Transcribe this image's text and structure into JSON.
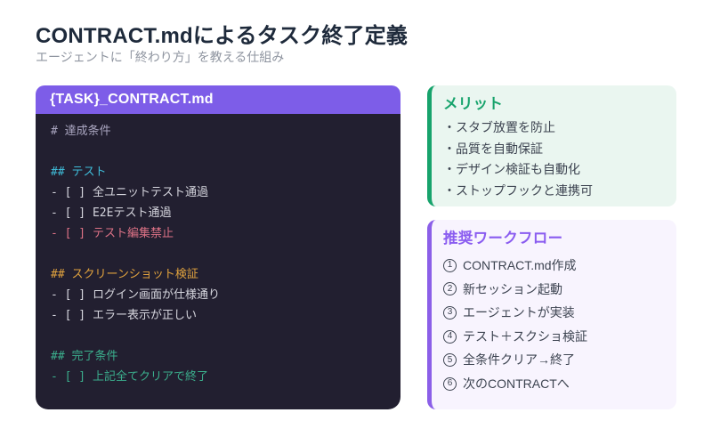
{
  "page": {
    "title": "CONTRACT.mdによるタスク終了定義",
    "subtitle": "エージェントに「終わり方」を教える仕組み"
  },
  "editor": {
    "filename": "{TASK}_CONTRACT.md",
    "lines": [
      {
        "text": "# 達成条件",
        "type": "h1"
      },
      {
        "text": "",
        "type": "blank"
      },
      {
        "text": "## テスト",
        "type": "h2-tests"
      },
      {
        "text": "- [ ] 全ユニットテスト通過",
        "type": "check"
      },
      {
        "text": "- [ ] E2Eテスト通過",
        "type": "check"
      },
      {
        "text": "- [ ] テスト編集禁止",
        "type": "check-forbidden"
      },
      {
        "text": "",
        "type": "blank"
      },
      {
        "text": "## スクリーンショット検証",
        "type": "h2-screenshot"
      },
      {
        "text": "- [ ] ログイン画面が仕様通り",
        "type": "check"
      },
      {
        "text": "- [ ] エラー表示が正しい",
        "type": "check"
      },
      {
        "text": "",
        "type": "blank"
      },
      {
        "text": "## 完了条件",
        "type": "h2-done"
      },
      {
        "text": "- [ ] 上記全てクリアで終了",
        "type": "check-done"
      }
    ]
  },
  "merits": {
    "title": "メリット",
    "items": [
      "・スタブ放置を防止",
      "・品質を自動保証",
      "・デザイン検証も自動化",
      "・ストップフックと連携可"
    ]
  },
  "workflow": {
    "title": "推奨ワークフロー",
    "items": [
      {
        "label": "① CONTRACT.md作成",
        "num": "1",
        "text": "CONTRACT.md作成"
      },
      {
        "label": "② 新セッション起動",
        "num": "2",
        "text": "新セッション起動"
      },
      {
        "label": "③ エージェントが実装",
        "num": "3",
        "text": "エージェントが実装"
      },
      {
        "label": "④ テスト＋スクショ検証",
        "num": "4",
        "text": "テスト＋スクショ検証"
      },
      {
        "label": "⑤ 全条件クリア→終了",
        "num": "5",
        "text": "全条件クリア→終了"
      },
      {
        "label": "⑥ 次のCONTRACTへ",
        "num": "6",
        "text": "次のCONTRACTへ"
      }
    ]
  },
  "colors": {
    "title-color": "#1E2A3B",
    "subtitle-color": "#8F95A0",
    "accent-purple": "#7D5DE8",
    "editor-bg": "#221F30",
    "code-text": "#D6D6DE",
    "code-h1": "#A9A5BF",
    "code-cyan": "#3FBCD9",
    "code-orange": "#E0A23E",
    "code-green": "#3BAE8C",
    "code-red": "#DD7286",
    "green-accent": "#17A36C",
    "green-bg": "#EAF6F0",
    "purple-accent": "#8B5FE8",
    "purple-title": "#8A5CF0",
    "purple-bg": "#F8F4FE",
    "card-text": "#3D4451"
  }
}
